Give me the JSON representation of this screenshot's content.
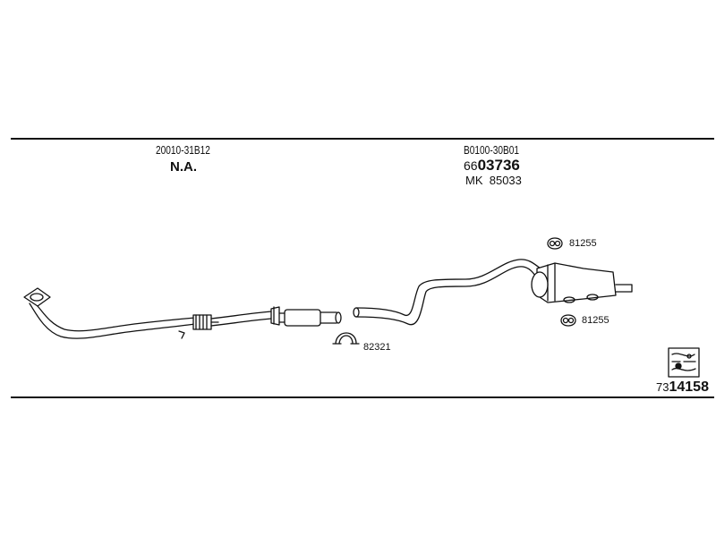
{
  "header": {
    "left": {
      "part_number": "20010-31B12",
      "label": "N.A."
    },
    "right": {
      "part_number": "B0100-30B01",
      "ref_prefix": "66",
      "ref_main": "03736",
      "mk_label": "MK",
      "mk_number": "85033"
    }
  },
  "parts": {
    "clamp_code": "82321",
    "gasket_top_code": "81255",
    "gasket_bottom_code": "81255"
  },
  "footer": {
    "catalog_prefix": "73",
    "catalog_main": "14158",
    "badge_icon": "exhaust-catalog-icon"
  },
  "colors": {
    "line": "#111111",
    "background": "#ffffff"
  }
}
